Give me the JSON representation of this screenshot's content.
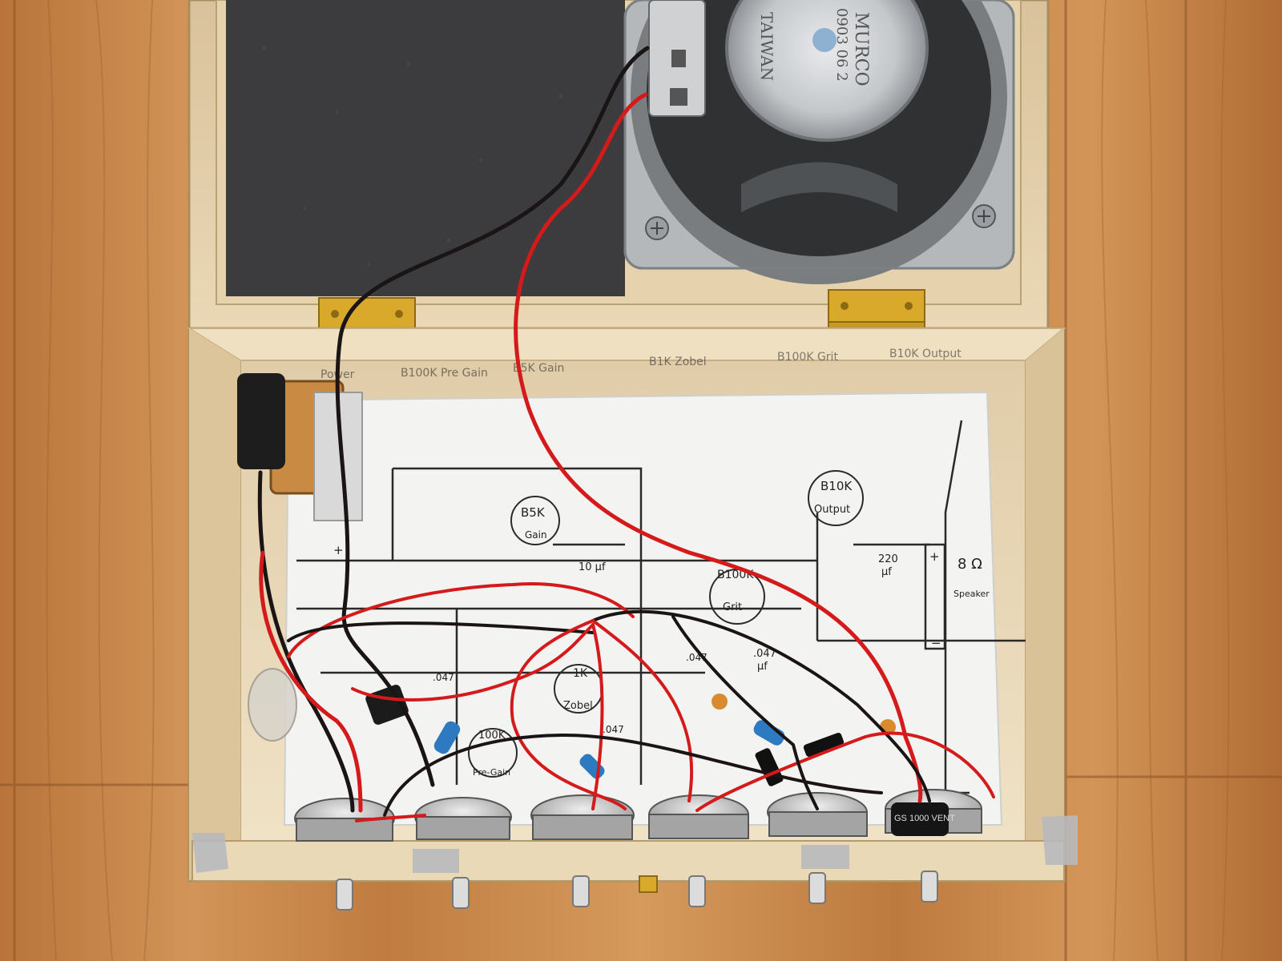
{
  "scene": {
    "colors": {
      "floor": "#c98a4b",
      "box_wood": "#e7d4b0",
      "felt": "#3c3c3e",
      "paper": "#f2f2f0",
      "wire_red": "#d41a1a",
      "wire_black": "#1a1414",
      "brass": "#d9a92c",
      "speaker_metal": "#b9bcbf"
    }
  },
  "speaker": {
    "brand": "MURCO",
    "code": "0903 06 2",
    "origin": "TAIWAN"
  },
  "box_edge_labels": [
    "Power",
    "B100K Pre Gain",
    "B5K Gain",
    "B1K Zobel",
    "B100K Grit",
    "B10K Output"
  ],
  "schematic": {
    "b5k": {
      "value": "B5K",
      "label": "Gain"
    },
    "b10k": {
      "value": "B10K",
      "label": "Output"
    },
    "b100k_grit": {
      "value": "B100K",
      "label": "Grit"
    },
    "b1k": {
      "value": "1K",
      "label": "Zobel"
    },
    "b100k_pre": {
      "value": "100K",
      "label": "Pre-Gain"
    },
    "cap_10uf": "10 µf",
    "cap_220uf_value": "220",
    "cap_220uf_unit": "µf",
    "cap_047_a": ".047",
    "cap_047_unit": "µf",
    "cap_047_b": ".047",
    "cap_047_c": ".047",
    "cap_047_d": ".047",
    "ohms": "8 Ω",
    "speaker_label": "Speaker",
    "plus": "+",
    "minus": "−",
    "cap_plus": "+"
  },
  "capacitor_label": "GS 1000 VENT",
  "pots_count": 6
}
